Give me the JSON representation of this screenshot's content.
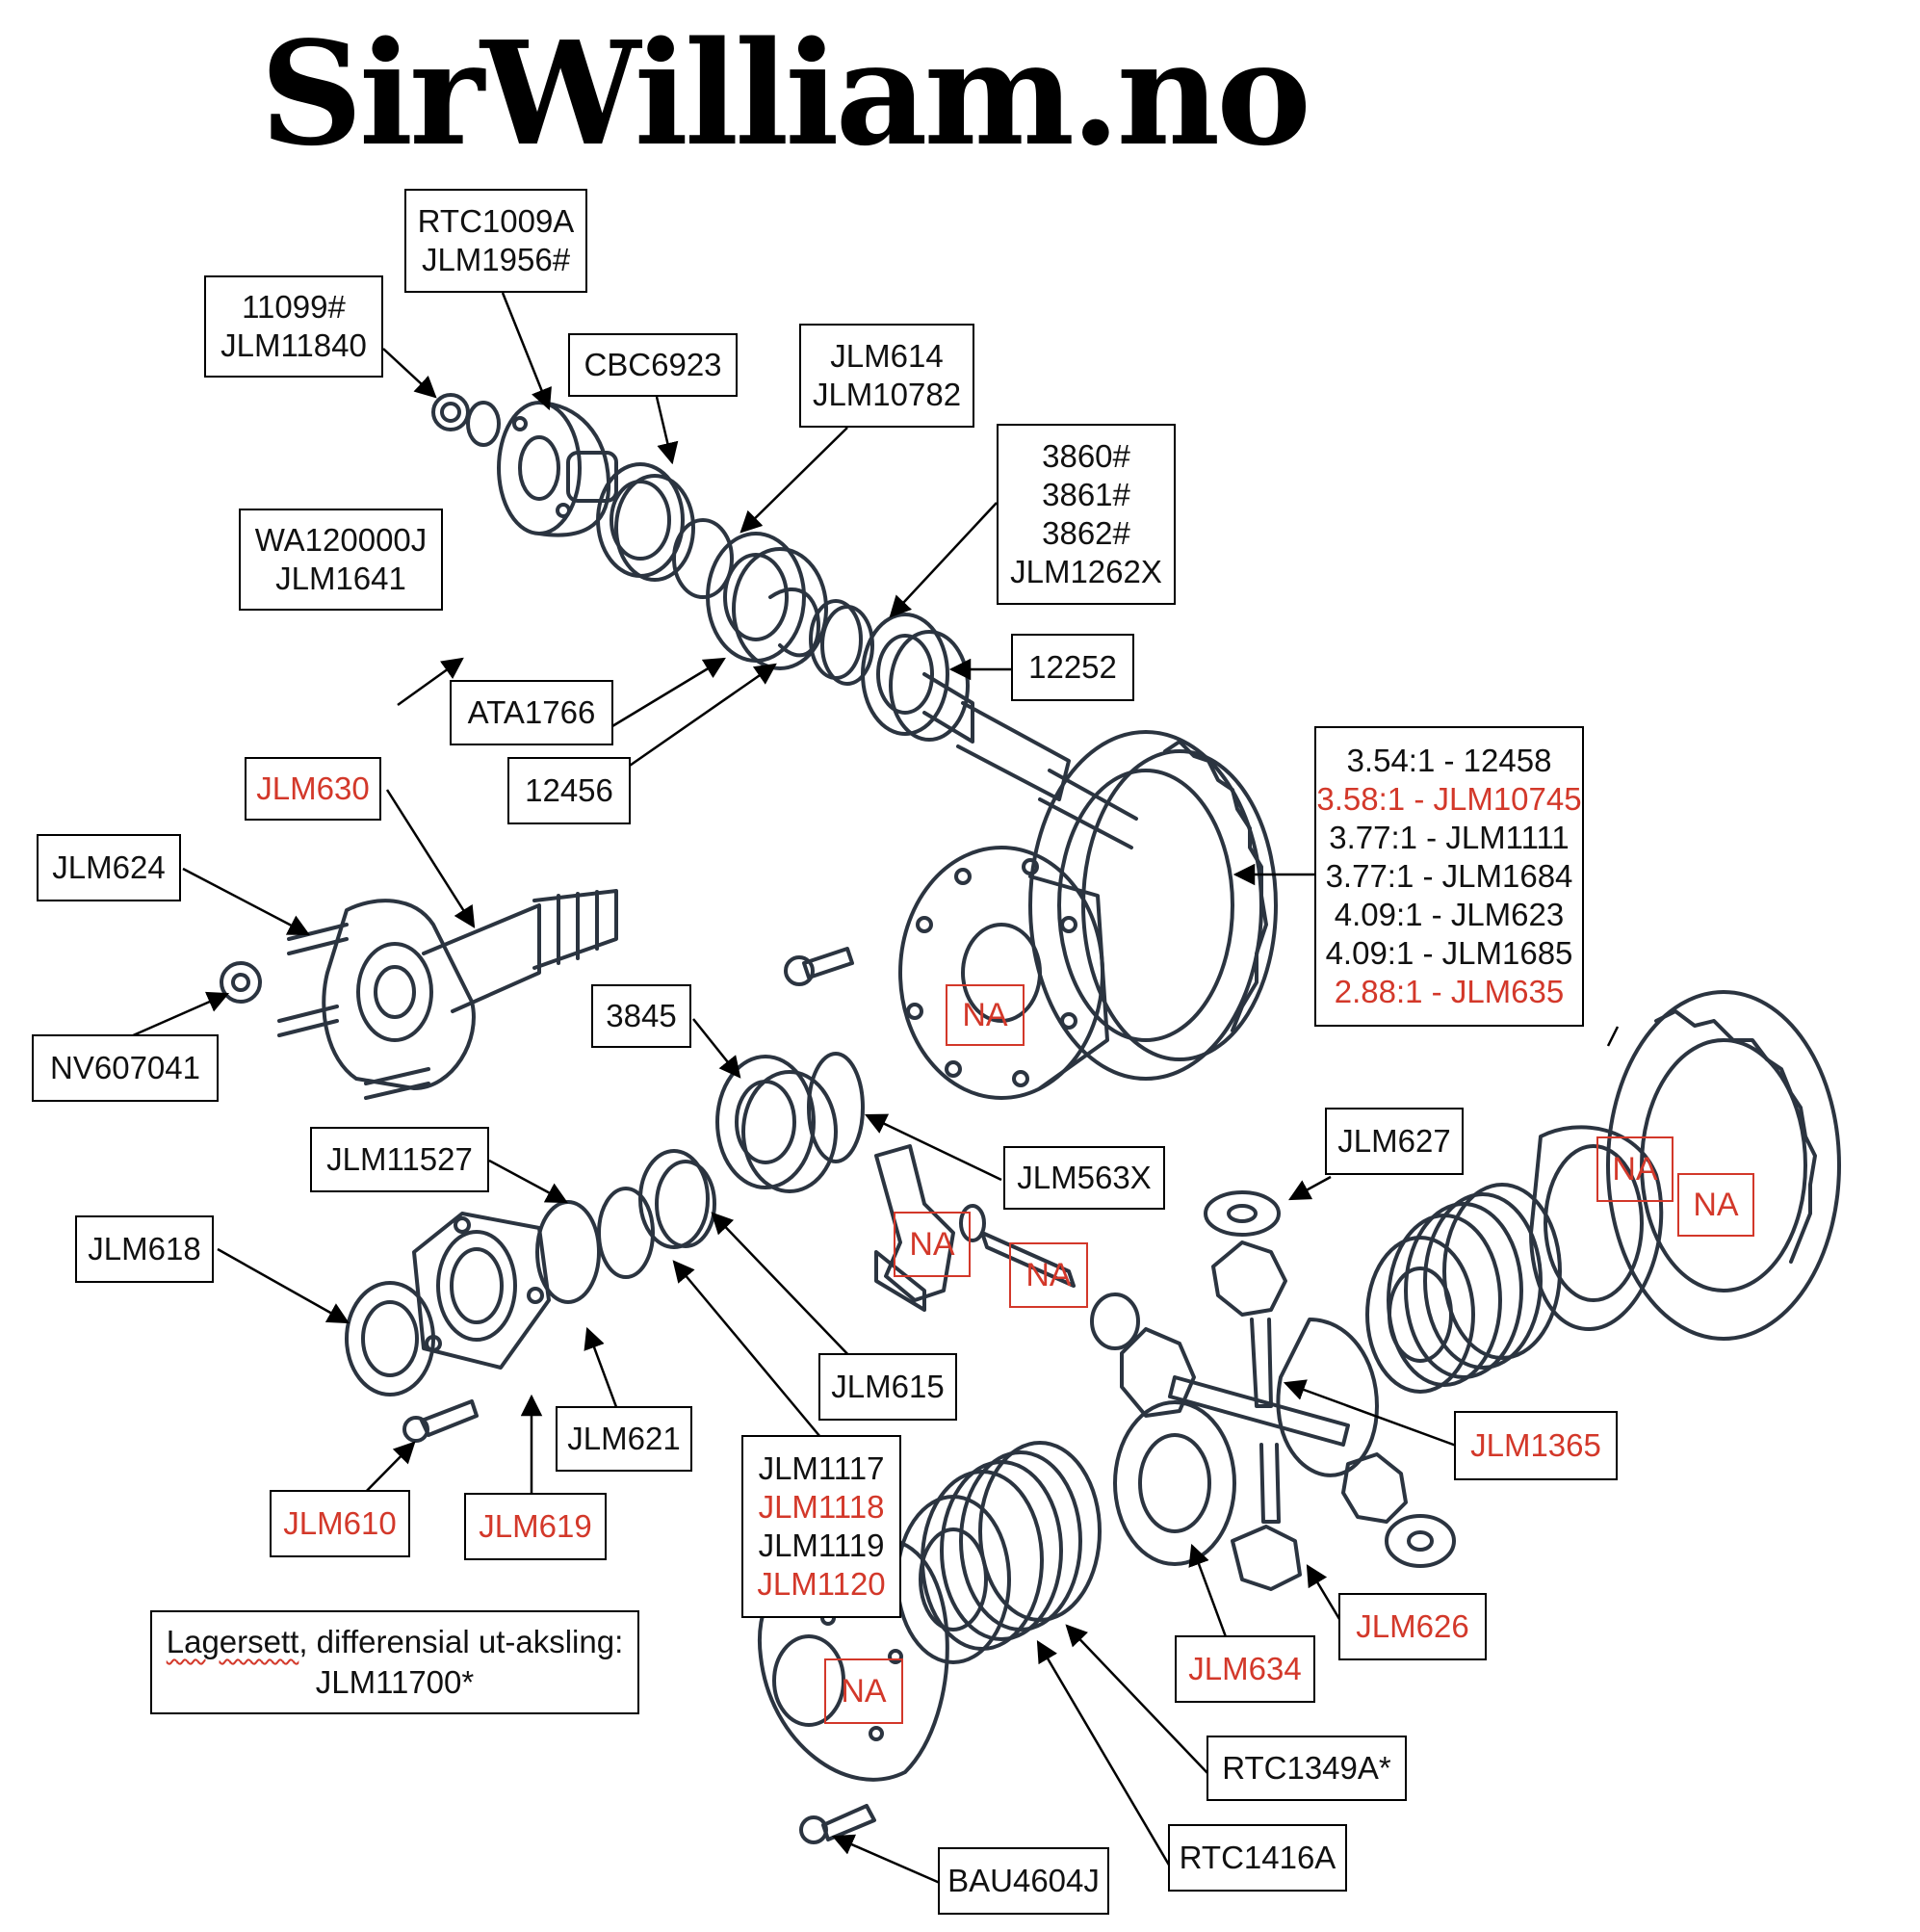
{
  "title": "SirWilliam.no",
  "labels": {
    "rtc1009a": [
      "RTC1009A",
      "JLM1956#"
    ],
    "n11099": [
      "11099#",
      "JLM11840"
    ],
    "cbc6923": [
      "CBC6923"
    ],
    "jlm614": [
      "JLM614",
      "JLM10782"
    ],
    "n3860": [
      "3860#",
      "3861#",
      "3862#",
      "JLM1262X"
    ],
    "wa120000j": [
      "WA120000J",
      "JLM1641"
    ],
    "ata1766": [
      "ATA1766"
    ],
    "n12252": [
      "12252"
    ],
    "n12456": [
      "12456"
    ],
    "ratios": [
      {
        "text": "3.54:1 - 12458",
        "highlight": false
      },
      {
        "text": "3.58:1 - JLM10745",
        "highlight": true
      },
      {
        "text": "3.77:1 - JLM1111",
        "highlight": false
      },
      {
        "text": "3.77:1 - JLM1684",
        "highlight": false
      },
      {
        "text": "4.09:1 - JLM623",
        "highlight": false
      },
      {
        "text": "4.09:1 - JLM1685",
        "highlight": false
      },
      {
        "text": "2.88:1 - JLM635",
        "highlight": true
      }
    ],
    "jlm630": [
      "JLM630"
    ],
    "jlm624": [
      "JLM624"
    ],
    "nv607041": [
      "NV607041"
    ],
    "n3845": [
      "3845"
    ],
    "jlm563x": [
      "JLM563X"
    ],
    "jlm11527": [
      "JLM11527"
    ],
    "jlm618": [
      "JLM618"
    ],
    "jlm615": [
      "JLM615"
    ],
    "jlm621": [
      "JLM621"
    ],
    "jlm610": [
      "JLM610"
    ],
    "jlm619": [
      "JLM619"
    ],
    "jlm1117": [
      {
        "text": "JLM1117",
        "highlight": false
      },
      {
        "text": "JLM1118",
        "highlight": true
      },
      {
        "text": "JLM1119",
        "highlight": false
      },
      {
        "text": "JLM1120",
        "highlight": true
      }
    ],
    "jlm627": [
      "JLM627"
    ],
    "jlm1365": [
      "JLM1365"
    ],
    "jlm626": [
      "JLM626"
    ],
    "jlm634": [
      "JLM634"
    ],
    "rtc1349a": [
      "RTC1349A*"
    ],
    "rtc1416a": [
      "RTC1416A"
    ],
    "bau4604j": [
      "BAU4604J"
    ]
  },
  "na_marker": "NA",
  "note": {
    "line1_word": "Lagersett",
    "line1_rest": ", differensial ut-aksling:",
    "line2": "JLM11700*"
  },
  "colors": {
    "highlight": "#d3382a",
    "line": "#000000",
    "drawing": "#2b3440"
  }
}
